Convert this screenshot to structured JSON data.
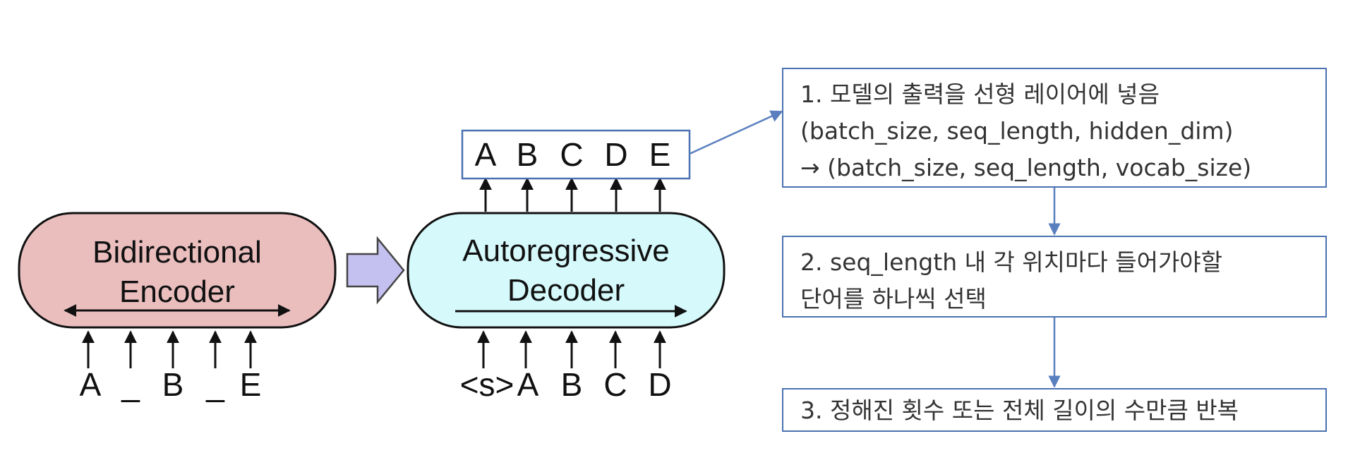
{
  "colors": {
    "encoder_fill": "#ebbebe",
    "decoder_fill": "#d6fafc",
    "transfer_arrow_fill": "#c4c1f1",
    "box_border": "#4a72b0",
    "connector": "#5a7fbf"
  },
  "encoder": {
    "label_line1": "Bidirectional",
    "label_line2": "Encoder",
    "inputs": [
      "A",
      "_",
      "B",
      "_",
      "E"
    ]
  },
  "decoder": {
    "label_line1": "Autoregressive",
    "label_line2": "Decoder",
    "inputs": [
      "<s>",
      "A",
      "B",
      "C",
      "D"
    ],
    "outputs": [
      "A",
      "B",
      "C",
      "D",
      "E"
    ]
  },
  "steps": [
    {
      "line1": "1. 모델의 출력을 선형 레이어에 넣음",
      "line2": "(batch_size, seq_length, hidden_dim)",
      "line3": "→ (batch_size, seq_length, vocab_size)"
    },
    {
      "line1": "2. seq_length 내 각 위치마다 들어가야할",
      "line2": "단어를 하나씩 선택"
    },
    {
      "line1": "3. 정해진 횟수 또는 전체 길이의 수만큼 반복"
    }
  ]
}
